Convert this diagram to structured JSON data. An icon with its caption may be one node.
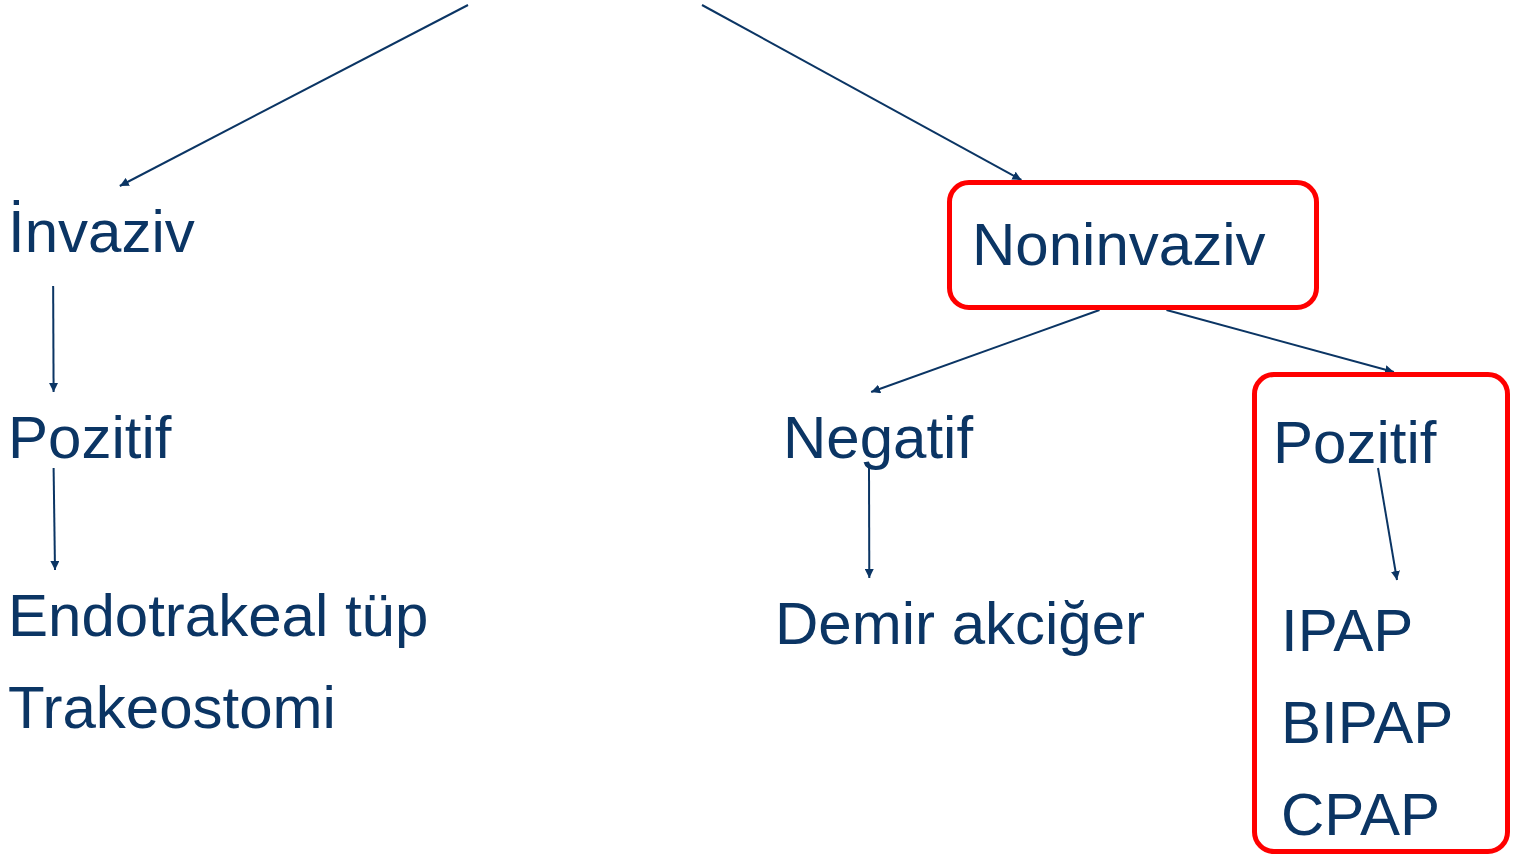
{
  "diagram": {
    "nodes": [
      {
        "text": [
          "İnvaziv"
        ]
      },
      {
        "text": [
          "Pozitif"
        ]
      },
      {
        "text": [
          "Endotrakeal tüp",
          "Trakeostomi"
        ]
      },
      {
        "text": [
          "Noninvaziv"
        ]
      },
      {
        "text": [
          "Negatif"
        ]
      },
      {
        "text": [
          "Demir akciğer"
        ]
      },
      {
        "text": [],
        "shape": "box"
      },
      {
        "text": [
          "Pozitif"
        ],
        "in": 6
      },
      {
        "text": [
          "IPAP",
          "BIPAP",
          "CPAP"
        ],
        "in": 6
      }
    ],
    "edges": [
      {
        "from": null,
        "to": 0,
        "arrow": "to"
      },
      {
        "from": null,
        "to": 3,
        "arrow": "to"
      },
      {
        "from": 0,
        "to": 1,
        "arrow": "to"
      },
      {
        "from": 1,
        "to": 2,
        "arrow": "to"
      },
      {
        "from": 3,
        "to": 4,
        "arrow": "to"
      },
      {
        "from": 3,
        "to": 6,
        "arrow": "to"
      },
      {
        "from": 4,
        "to": 5,
        "arrow": "to"
      },
      {
        "from": 7,
        "to": 8,
        "arrow": "to"
      }
    ]
  }
}
